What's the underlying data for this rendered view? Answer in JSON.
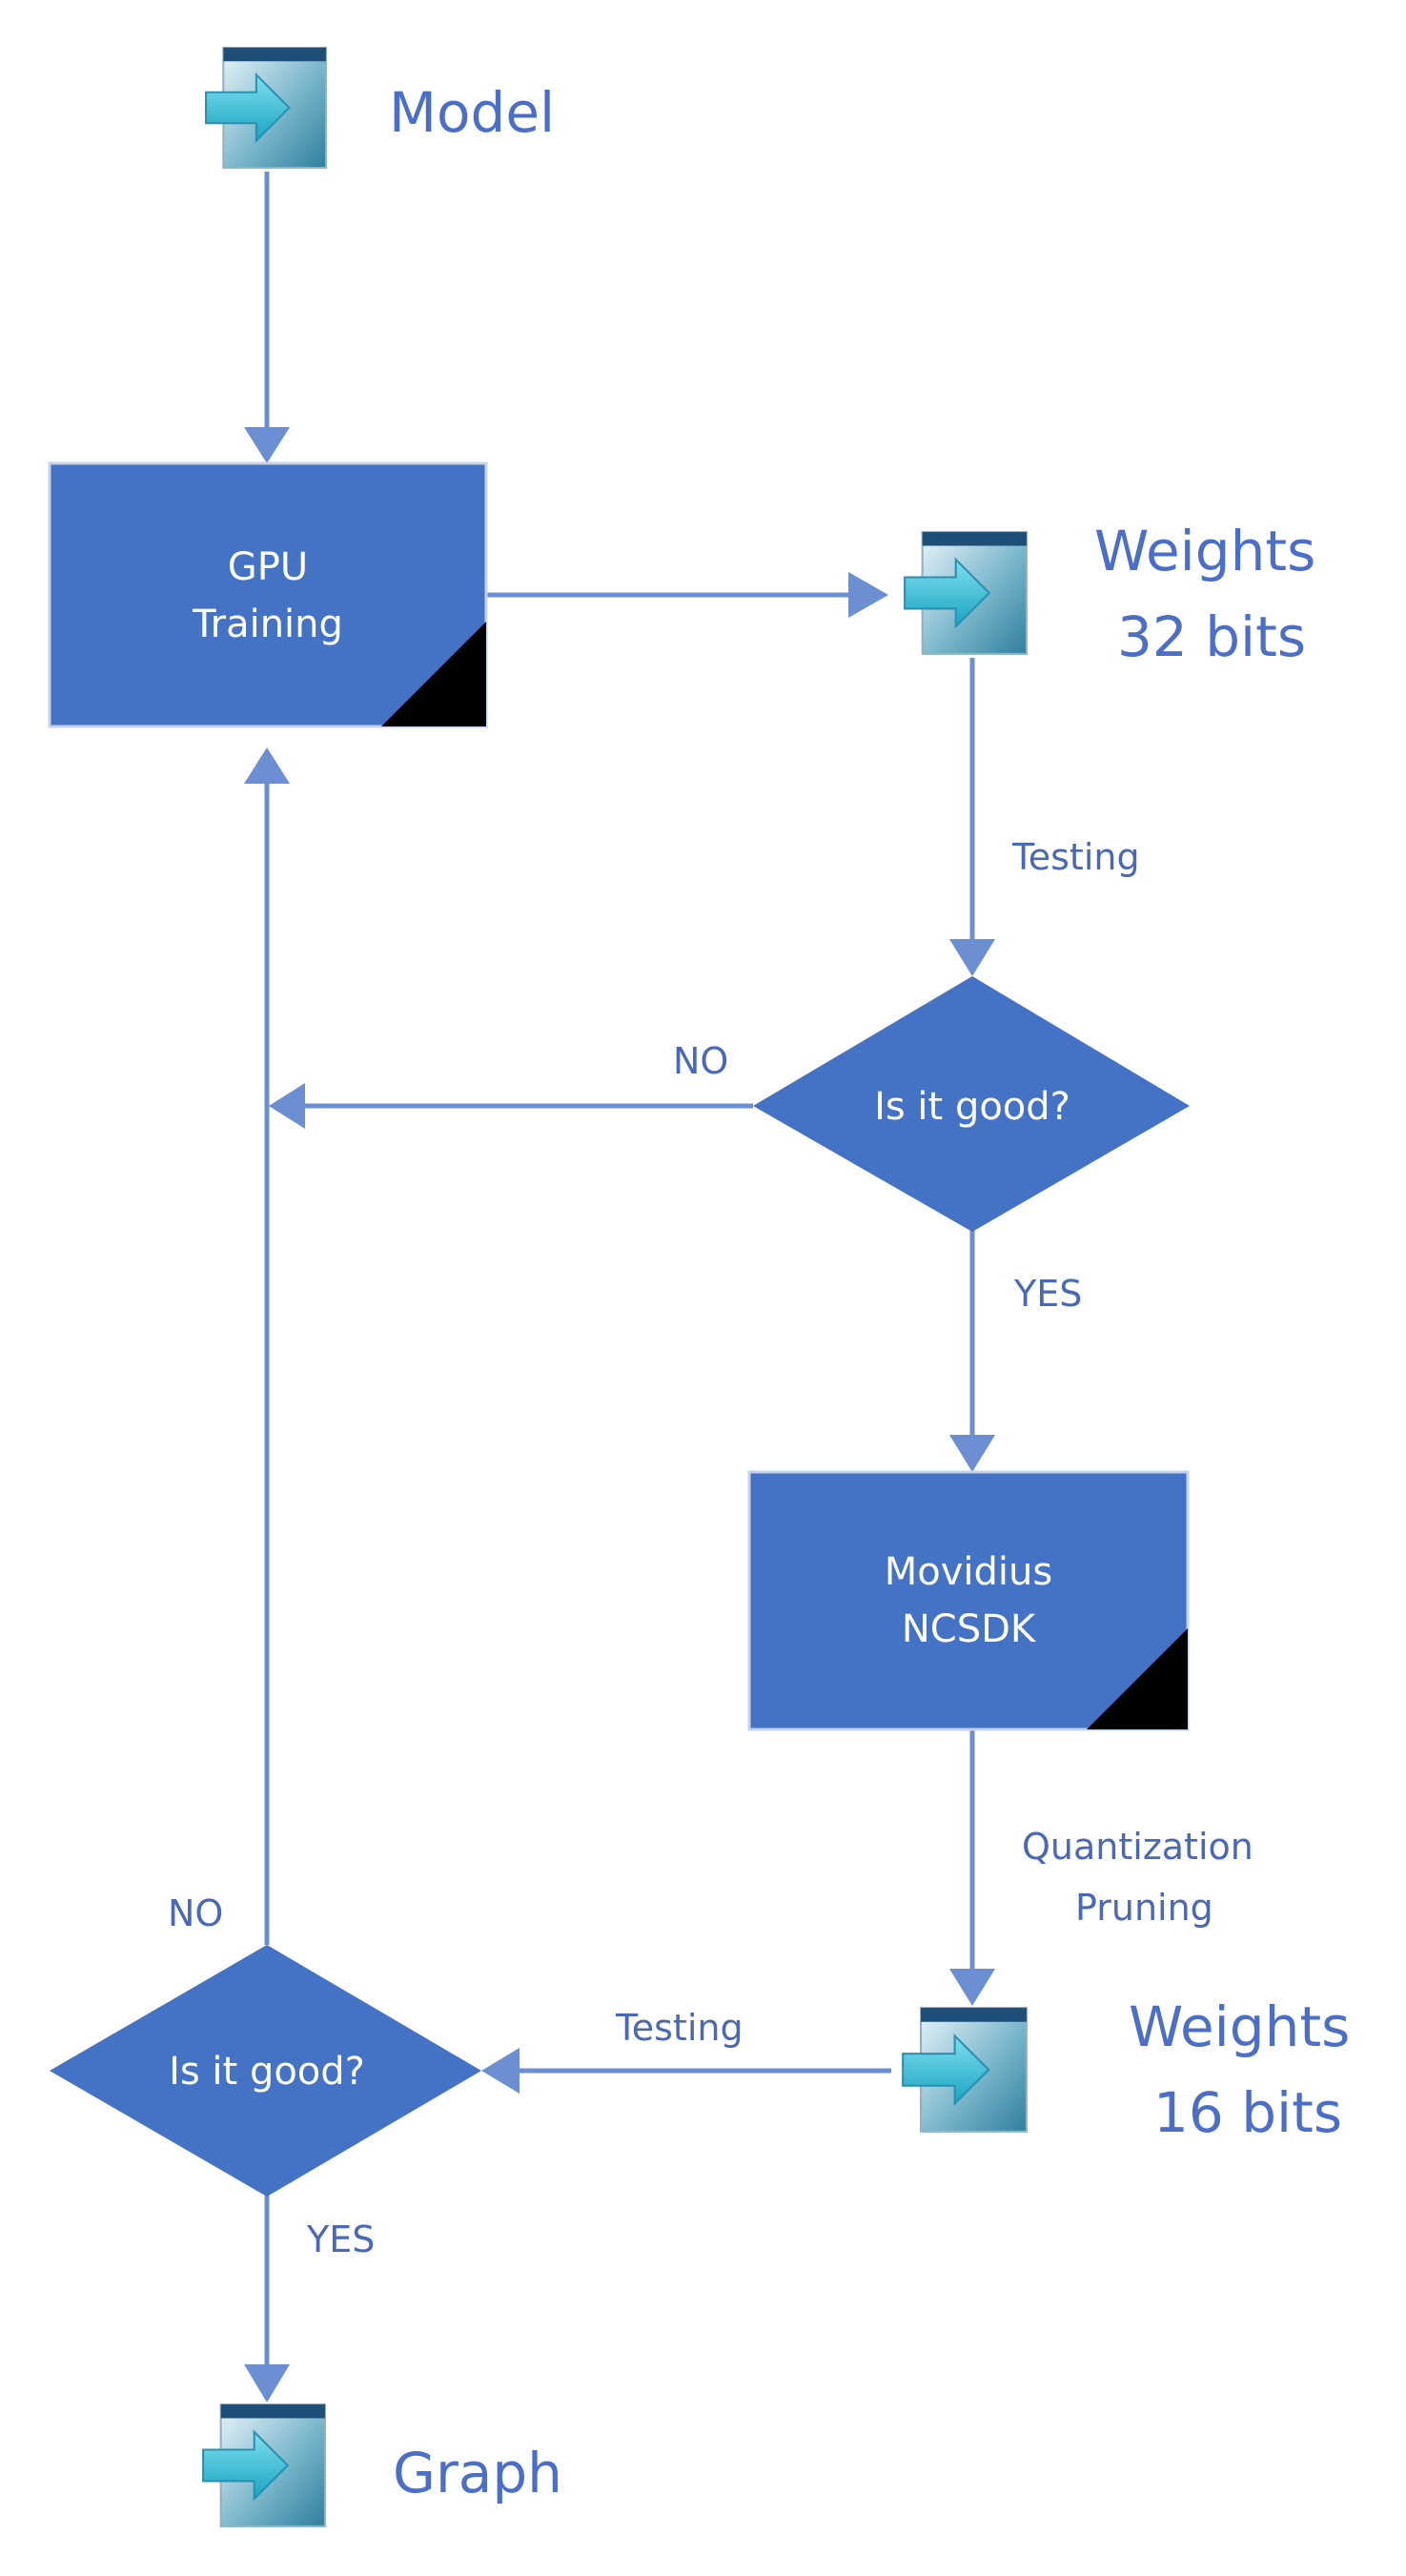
{
  "colors": {
    "node_fill": "#4472c4",
    "arrow": "#6c8fd4",
    "label": "#4b6fc9",
    "corner": "#000000"
  },
  "nodes": {
    "model": {
      "label": "Model",
      "icon": "data-store-icon"
    },
    "gpu_training": {
      "line1": "GPU",
      "line2": "Training"
    },
    "weights32": {
      "line1": "Weights",
      "line2": "32 bits",
      "icon": "data-store-icon"
    },
    "decision1": {
      "label": "Is it good?"
    },
    "movidius": {
      "line1": "Movidius",
      "line2": "NCSDK"
    },
    "weights16": {
      "line1": "Weights",
      "line2": "16 bits",
      "icon": "data-store-icon"
    },
    "decision2": {
      "label": "Is it good?"
    },
    "graph": {
      "label": "Graph",
      "icon": "data-store-icon"
    }
  },
  "edges": {
    "testing1": "Testing",
    "no1": "NO",
    "yes1": "YES",
    "quantization": "Quantization",
    "pruning": "Pruning",
    "testing2": "Testing",
    "no2": "NO",
    "yes2": "YES"
  }
}
